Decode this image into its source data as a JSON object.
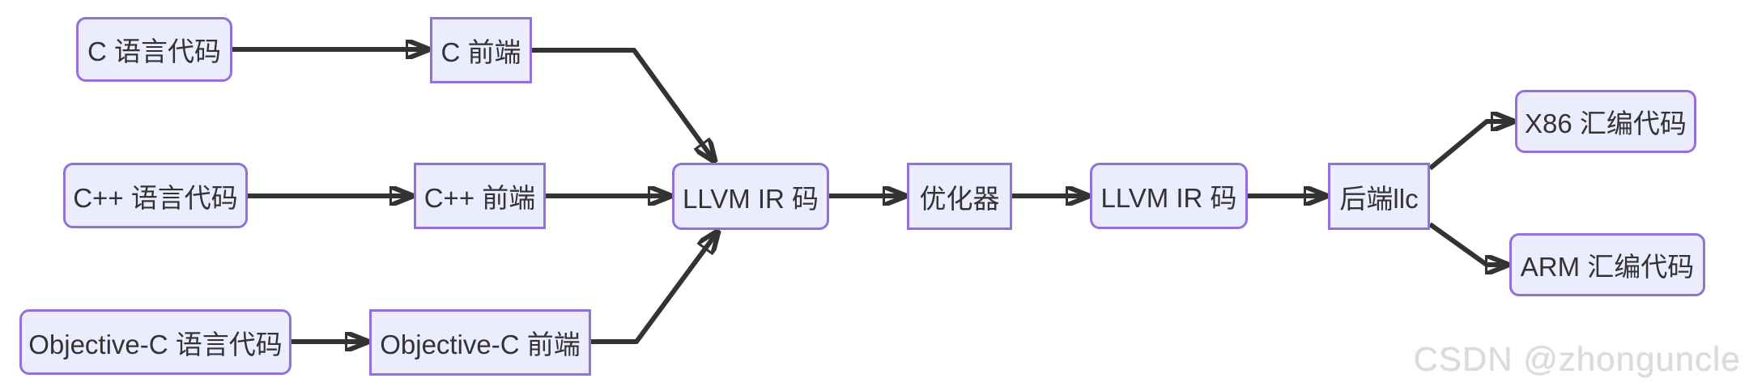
{
  "diagram": {
    "type": "flowchart",
    "description": "LLVM compilation pipeline",
    "nodes": [
      {
        "id": "c-source",
        "label": "C 语言代码",
        "shape": "rounded"
      },
      {
        "id": "c-frontend",
        "label": "C 前端",
        "shape": "rect"
      },
      {
        "id": "cpp-source",
        "label": "C++ 语言代码",
        "shape": "rounded"
      },
      {
        "id": "cpp-frontend",
        "label": "C++ 前端",
        "shape": "rect"
      },
      {
        "id": "objc-source",
        "label": "Objective-C 语言代码",
        "shape": "rounded"
      },
      {
        "id": "objc-frontend",
        "label": "Objective-C 前端",
        "shape": "rect"
      },
      {
        "id": "llvm-ir-in",
        "label": "LLVM IR 码",
        "shape": "rounded"
      },
      {
        "id": "optimizer",
        "label": "优化器",
        "shape": "rect"
      },
      {
        "id": "llvm-ir-out",
        "label": "LLVM IR 码",
        "shape": "rounded"
      },
      {
        "id": "backend-llc",
        "label": "后端llc",
        "shape": "rect"
      },
      {
        "id": "x86-output",
        "label": "X86 汇编代码",
        "shape": "rounded"
      },
      {
        "id": "arm-output",
        "label": "ARM 汇编代码",
        "shape": "rounded"
      }
    ],
    "edges": [
      {
        "from": "c-source",
        "to": "c-frontend"
      },
      {
        "from": "c-frontend",
        "to": "llvm-ir-in"
      },
      {
        "from": "cpp-source",
        "to": "cpp-frontend"
      },
      {
        "from": "cpp-frontend",
        "to": "llvm-ir-in"
      },
      {
        "from": "objc-source",
        "to": "objc-frontend"
      },
      {
        "from": "objc-frontend",
        "to": "llvm-ir-in"
      },
      {
        "from": "llvm-ir-in",
        "to": "optimizer"
      },
      {
        "from": "optimizer",
        "to": "llvm-ir-out"
      },
      {
        "from": "llvm-ir-out",
        "to": "backend-llc"
      },
      {
        "from": "backend-llc",
        "to": "x86-output"
      },
      {
        "from": "backend-llc",
        "to": "arm-output"
      }
    ],
    "colors": {
      "node_fill": "#ECECFF",
      "node_border": "#9370DB",
      "edge": "#333333",
      "text": "#333333",
      "watermark": "#DBDBDB"
    }
  },
  "watermark": {
    "text": "CSDN @zhonguncle"
  }
}
